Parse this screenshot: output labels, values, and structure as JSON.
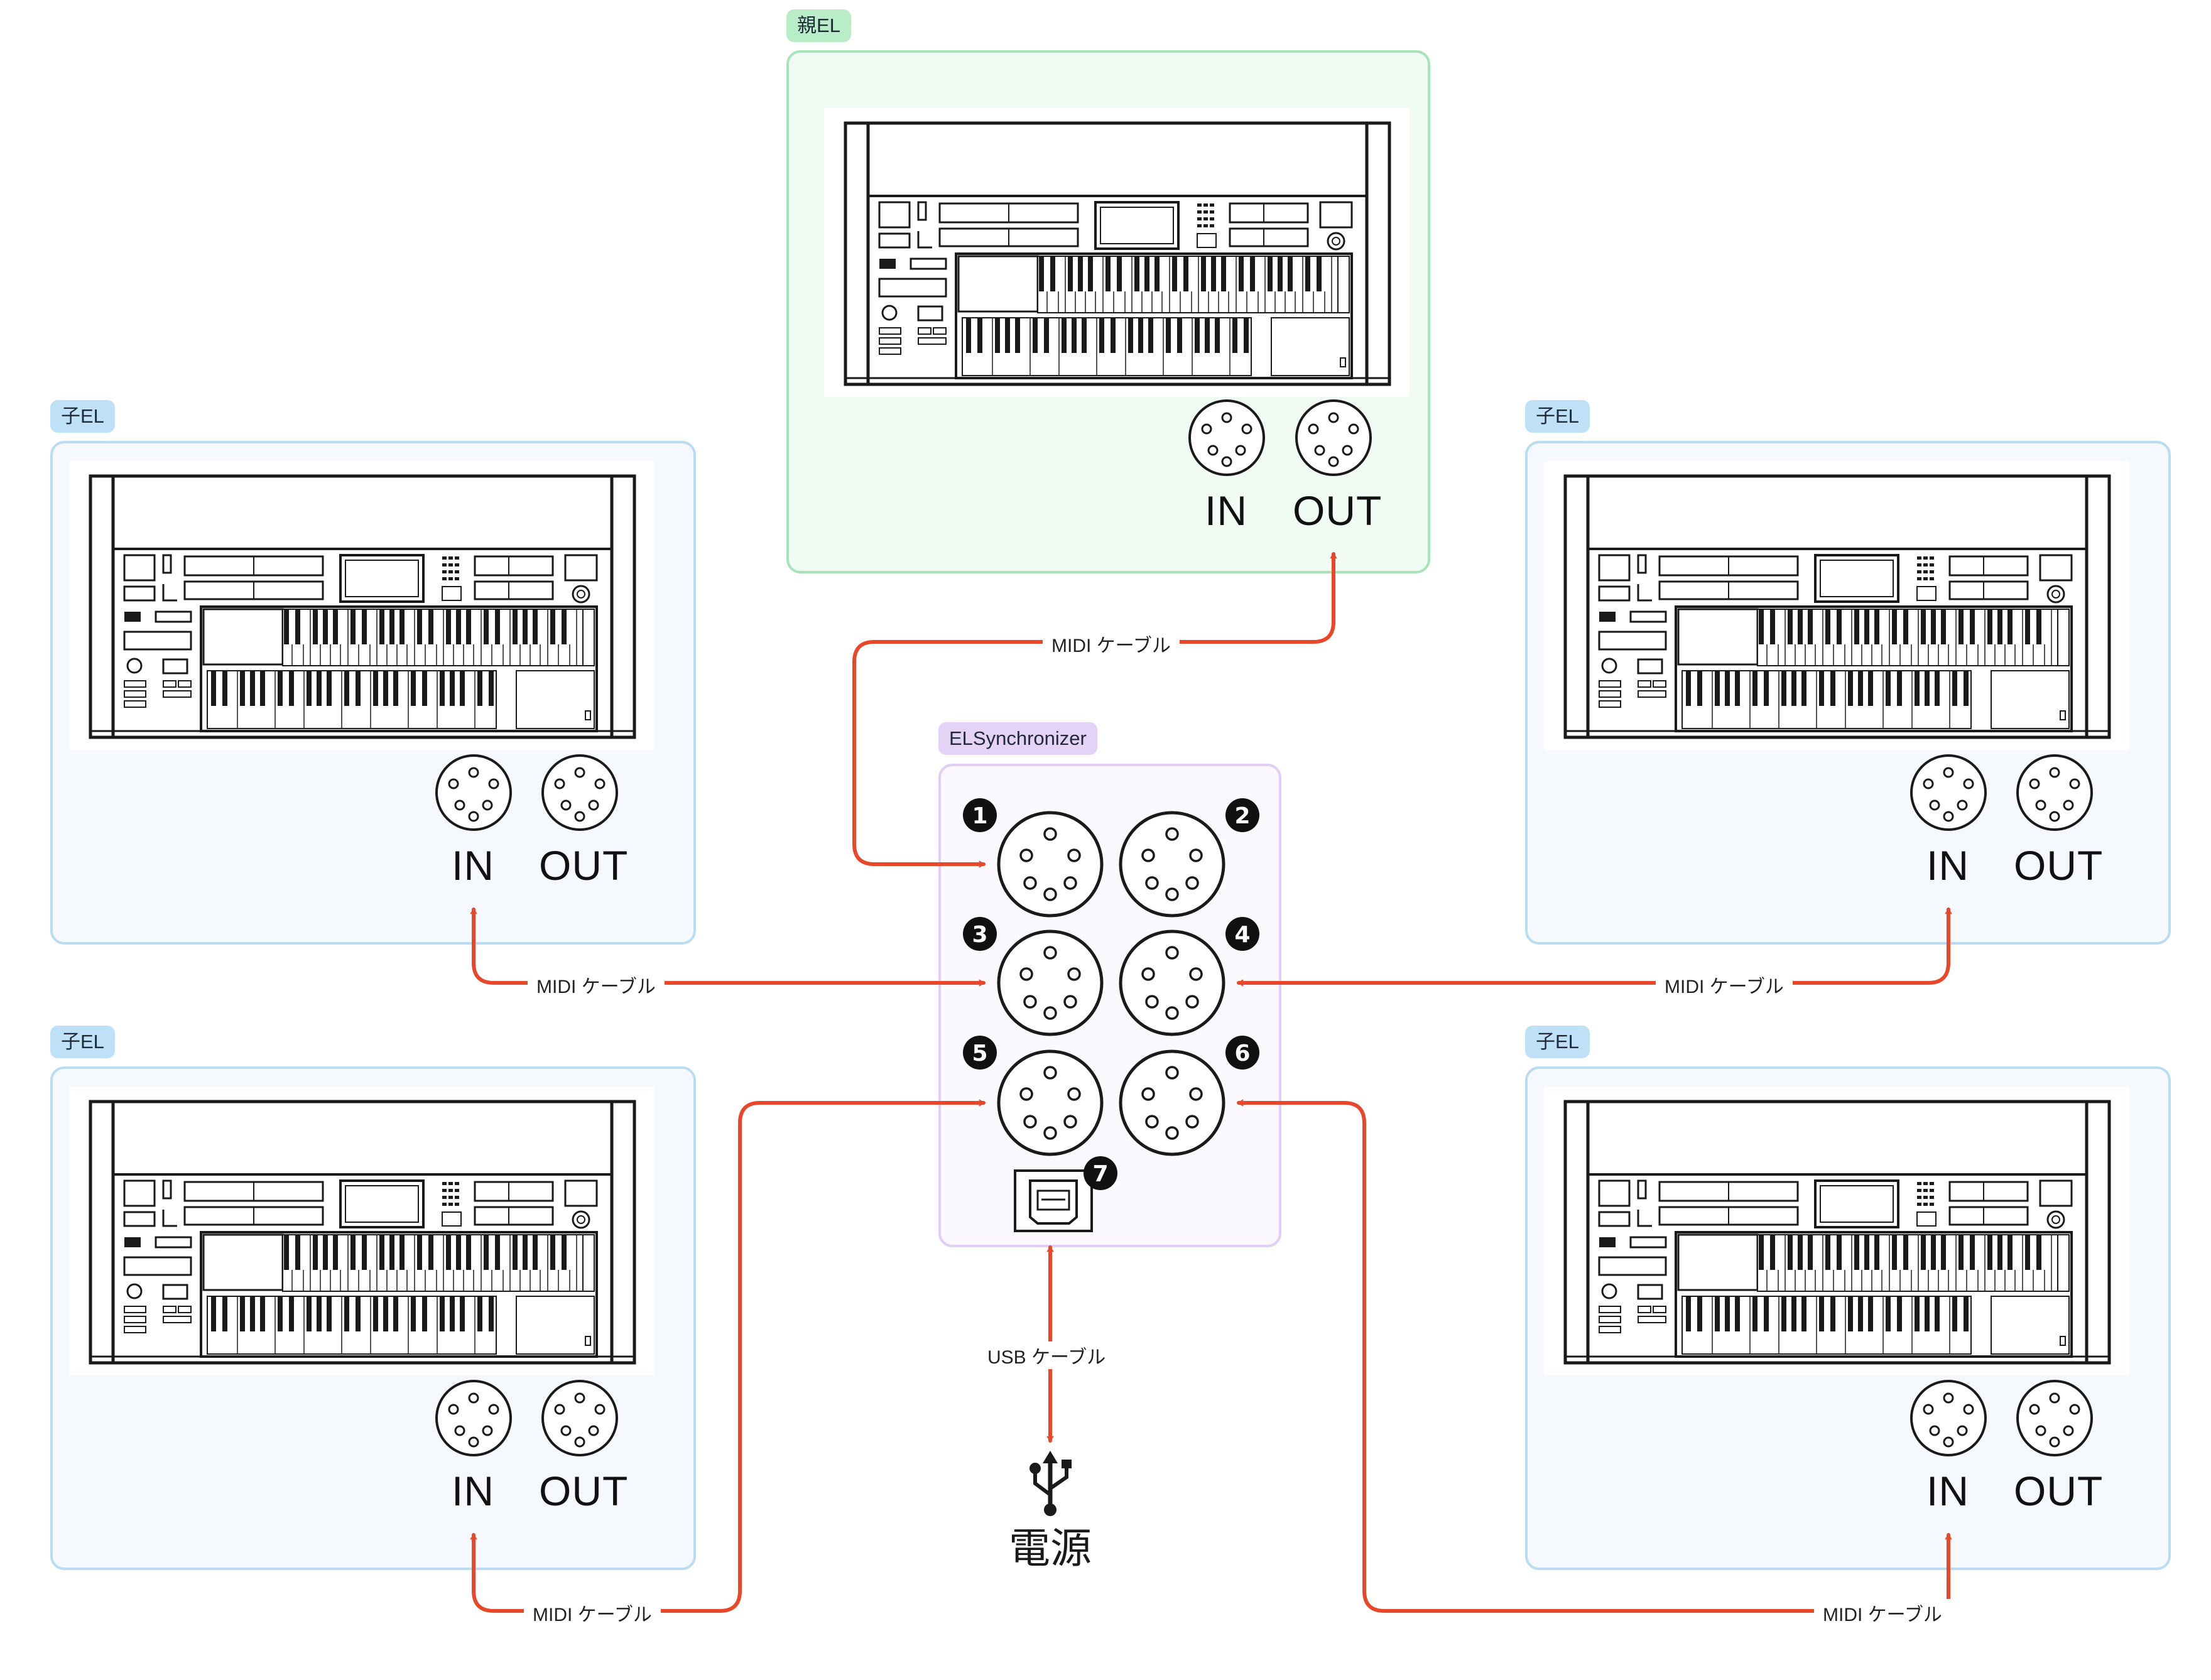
{
  "parent": {
    "tag": "親EL",
    "in_label": "IN",
    "out_label": "OUT"
  },
  "children": [
    {
      "tag": "子EL",
      "in_label": "IN",
      "out_label": "OUT"
    },
    {
      "tag": "子EL",
      "in_label": "IN",
      "out_label": "OUT"
    },
    {
      "tag": "子EL",
      "in_label": "IN",
      "out_label": "OUT"
    },
    {
      "tag": "子EL",
      "in_label": "IN",
      "out_label": "OUT"
    }
  ],
  "synchronizer": {
    "tag": "ELSynchronizer",
    "ports": [
      "1",
      "2",
      "3",
      "4",
      "5",
      "6",
      "7"
    ]
  },
  "cables": {
    "parent_midi": "MIDI ケーブル",
    "left_top_midi": "MIDI ケーブル",
    "right_top_midi": "MIDI ケーブル",
    "left_bottom_midi": "MIDI ケーブル",
    "right_bottom_midi": "MIDI ケーブル",
    "usb": "USB ケーブル"
  },
  "power": {
    "label": "電源",
    "icon": "usb-icon"
  },
  "colors": {
    "cable": "#e8472a",
    "child_border": "#b9dcf3",
    "parent_border": "#a6e4b7",
    "sync_border": "#e1cdf6"
  }
}
